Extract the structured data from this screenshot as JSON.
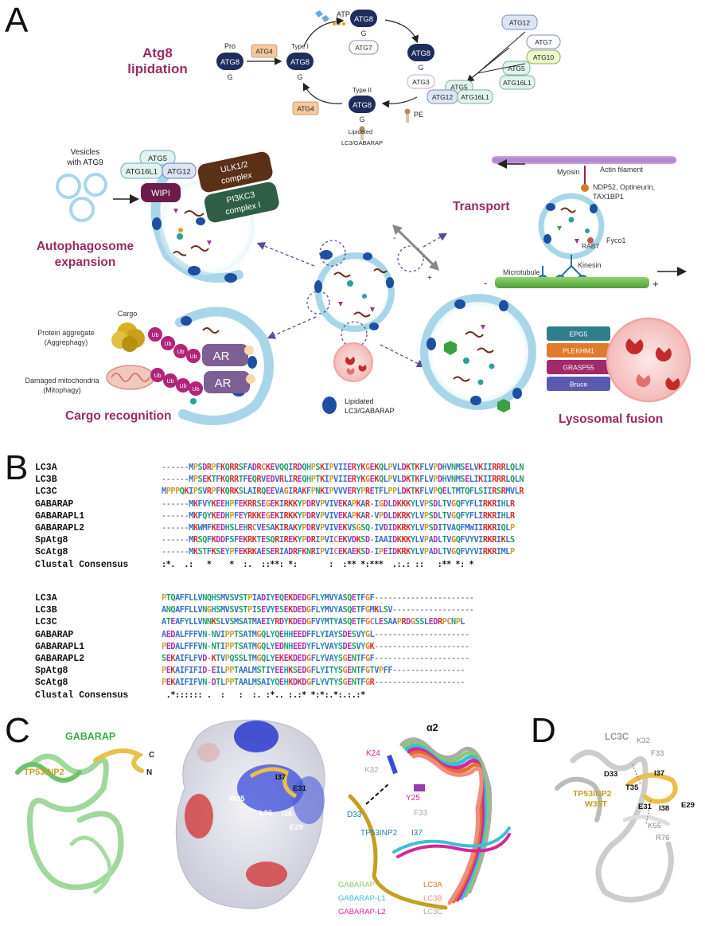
{
  "panels": {
    "a": "A",
    "b": "B",
    "c": "C",
    "d": "D"
  },
  "colors": {
    "title": "#9a2a63",
    "atg8": "#1f2d5c",
    "atg4": "#f3c9a0",
    "membrane": "#a8d6e8",
    "lc3": "#1e4fa0",
    "wipi": "#6b1c4a",
    "ulk": "#5a3016",
    "pi3k": "#2e5f46",
    "ub": "#b0257a",
    "ar": "#7e5f94",
    "lysosome": "#f5c3c3"
  },
  "panel_a": {
    "lipidation": {
      "title_line1": "Atg8",
      "title_line2": "lipidation",
      "pro": "Pro",
      "atg8": "ATG8",
      "g": "G",
      "atg4": "ATG4",
      "type1": "Type I",
      "atp": "ATP",
      "atg7": "ATG7",
      "atg3": "ATG3",
      "atg12": "ATG12",
      "atg10": "ATG10",
      "atg5": "ATG5",
      "atg16l1": "ATG16L1",
      "type2": "Type II",
      "pe": "PE",
      "lipidated_line1": "Lipidated",
      "lipidated_line2": "LC3/GABARAP"
    },
    "expansion": {
      "vesicles_line1": "Vesicles",
      "vesicles_line2": "with ATG9",
      "atg5": "ATG5",
      "atg16l1": "ATG16L1",
      "atg12": "ATG12",
      "wipi": "WIPI",
      "ulk_line1": "ULK1/2",
      "ulk_line2": "complex",
      "pi3k_line1": "PI3KC3",
      "pi3k_line2": "complex I",
      "title_line1": "Autophagosome",
      "title_line2": "expansion"
    },
    "transport": {
      "title": "Transport",
      "actin": "Actin filament",
      "myosin": "Myosin",
      "adaptors_line1": "NDP52, Optineurin,",
      "adaptors_line2": "TAX1BP1",
      "fyco1": "Fyco1",
      "rab7": "RAB7",
      "kinesin": "Kinesin",
      "microtubule": "Microtubule",
      "minus": "-",
      "plus": "+"
    },
    "cargo": {
      "cargo": "Cargo",
      "aggregate_line1": "Protein aggregate",
      "aggregate_line2": "(Aggrephagy)",
      "mito_line1": "Damaged mitochondria",
      "mito_line2": "(Mitophagy)",
      "ub": "Ub",
      "ar": "AR",
      "title": "Cargo recognition"
    },
    "center": {
      "lipidated_line1": "Lipidated",
      "lipidated_line2": "LC3/GABARAP",
      "plus": "+",
      "minus": "-"
    },
    "fusion": {
      "epg5": "EPG5",
      "plekhm1": "PLEKHM1",
      "grasp55": "GRASP55",
      "bruce": "Bruce",
      "title": "Lysosomal fusion"
    }
  },
  "alignment": {
    "block1": [
      {
        "name": "LC3A",
        "seq": "------MPSDRPFKQRRSFADRCKEVQQIRDQHPSKIPVIIERYKGEKQLPVLDKTKFLVPDHVNMSELVKIIRRRLQLN"
      },
      {
        "name": "LC3B",
        "seq": "------MPSEKTFKQRRTFEQRVEDVRLIREQHPTKIPVIIERYKGEKQLPVLDKTKFLVPDHVNMSELIKIIRRRLQLN"
      },
      {
        "name": "LC3C",
        "seq": "MPPPQKIPSVRPFKQRKSLAIRQEEVAGIRAKFPNKIPVVVERYPRETFLPPLDKTKFLVPQELTMTQFLSIIRSRMVLR"
      },
      {
        "name": "GABARAP",
        "seq": "------MKFVYKEEHPFEKRRSEGEKIRKKYPDRVPVIVEKAPKAR-IGDLDKKKYLVPSDLTVGQFYFLIRKRIHLR"
      },
      {
        "name": "GABARAPL1",
        "seq": "------MKFQYKEDHPFEYRKKEGEKIRKKYPDRVPVIVEKAPKAR-VPDLDKRKYLVPSDLTVGQFYFLIRKRIHLR"
      },
      {
        "name": "GABARAPL2",
        "seq": "------MKWMFKEDHSLEHRCVESAKIRAKYPDRVPVIVEKVSGSQ-IVDIDKRKYLVPSDITVAQFMWIIRKRIQLP"
      },
      {
        "name": "SpAtg8",
        "seq": "------MRSQFKDDFSFEKRKTESQRIREKYPDRIPVICEKVDKSD-IAAIDKKKYLVPADLTVGQFVYVIRKRIKLS"
      },
      {
        "name": "ScAtg8",
        "seq": "------MKSTFKSEYPFEKRKAESERIADRFKNRIPVICEKAEKSD-IPEIDKRKYLVPADLTVGQFVYVIRKRIMLP"
      }
    ],
    "consensus1": ":*.  .:   *    *  :.  ::**: *:       :  :** *:***  .:.: ::   :** *: *",
    "block2": [
      {
        "name": "LC3A",
        "seq": "PTQAFFLLVNQHSMVSVSTPIADIYEQEKDEDGFLYMVYASQETFGF----------------------"
      },
      {
        "name": "LC3B",
        "seq": "ANQAFFLLVNGHSMVSVSTPISEVYESEKDEDGFLYMVYASQETFGMKLSV------------------"
      },
      {
        "name": "LC3C",
        "seq": "ATEAFYLLVNNKSLVSMSATMAEIYRDYKDEDGFVYMTYASQETFGCLESAAPRDGSSLEDRPCNPL"
      },
      {
        "name": "GABARAP",
        "seq": "AEDALFFFVN-NVIPPTSATMGQLYQEHHEEDFFLYIAYSDESVYGL---------------------"
      },
      {
        "name": "GABARAPL1",
        "seq": "PEDALFFFVN-NTIPPTSATMGQLYEDNHEEDYFLYVAYSDESVYGK---------------------"
      },
      {
        "name": "GABARAPL2",
        "seq": "SEKAIFLFVD-KTVPQSSLTMGQLYEKEKDEDGFLYVAYSGENTFGF---------------------"
      },
      {
        "name": "SpAtg8",
        "seq": "PEKAIFIFID-EILPPTAALMSTIYEEHKSEDGFLYITYSGENTFGTVPFF----------------"
      },
      {
        "name": "ScAtg8",
        "seq": "PEKAIFIFVN-DTLPPTAALMSAIYQEHKDKDGFLYVTYSGENTFGR--------------------"
      }
    ],
    "consensus2": " .*:::::: .  :   :  :. :*.. :.:* *:*:.*:.:.:*",
    "consensus_label": "Clustal Consensus"
  },
  "panel_c": {
    "gabarap": "GABARAP",
    "tp53inp2": "TP53INP2",
    "c_term": "C",
    "n_term": "N",
    "surface_labels": {
      "i37": "I37",
      "e31": "E31",
      "w35": "W35",
      "l36": "L36",
      "i38": "I38",
      "e29": "E29"
    },
    "alpha2": "α2",
    "overlay_labels": {
      "k24": "K24",
      "k32": "K32",
      "y25": "Y25",
      "d33": "D33",
      "f33": "F33",
      "tp53inp2": "TP53INP2",
      "i37": "I37"
    },
    "legend": [
      {
        "name": "GABARAP",
        "color": "#8cc86e"
      },
      {
        "name": "GABARAP-L1",
        "color": "#38c0d8"
      },
      {
        "name": "GABARAP-L2",
        "color": "#d8269a"
      },
      {
        "name": "LC3A",
        "color": "#e0702c"
      },
      {
        "name": "LC3B",
        "color": "#f08c82"
      },
      {
        "name": "LC3C",
        "color": "#aaaaaa"
      }
    ]
  },
  "panel_d": {
    "lc3c": "LC3C",
    "tp53inp2_line1": "TP53INP2",
    "tp53inp2_line2": "W35T",
    "labels": {
      "k32": "K32",
      "f33": "F33",
      "d33": "D33",
      "i37": "I37",
      "t35": "T35",
      "e31": "E31",
      "i38": "I38",
      "e29": "E29",
      "k55": "K55",
      "r76": "R76"
    }
  }
}
